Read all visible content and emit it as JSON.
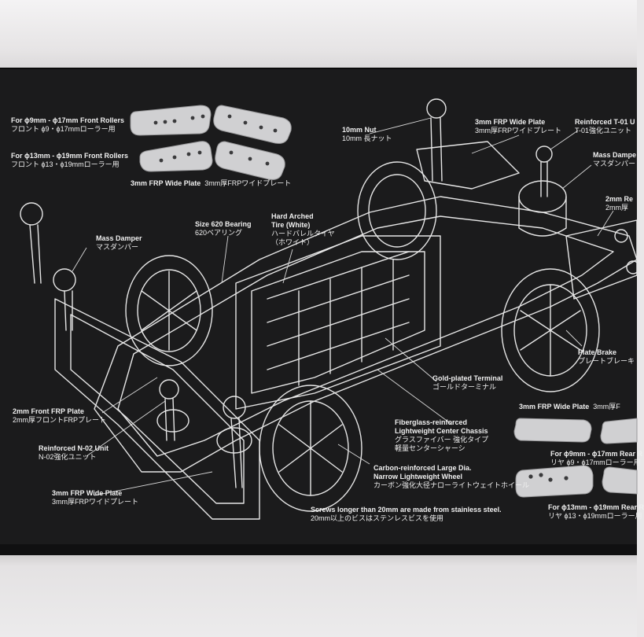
{
  "labels": {
    "front_rollers_17": {
      "en": "For ϕ9mm - ϕ17mm Front Rollers",
      "jp": "フロント ϕ9・ϕ17mmローラー用"
    },
    "front_rollers_19": {
      "en": "For ϕ13mm - ϕ19mm Front Rollers",
      "jp": "フロント ϕ13・ϕ19mmローラー用"
    },
    "frp_wide_top": {
      "en": "3mm FRP Wide Plate",
      "jp": "3mm厚FRPワイドプレート"
    },
    "nut": {
      "en": "10mm Nut",
      "jp": "10mm 長ナット"
    },
    "frp_wide_right": {
      "en": "3mm FRP Wide Plate",
      "jp": "3mm厚FRPワイドプレート"
    },
    "reinforced_t01": {
      "en": "Reinforced T-01 U",
      "jp": "T-01強化ユニット"
    },
    "mass_damper_right": {
      "en": "Mass Dampe",
      "jp": "マスダンパー"
    },
    "rear_2mm": {
      "en": "2mm Re",
      "jp": "2mm厚"
    },
    "hard_arched_tire": {
      "en": "Hard Arched Tire (White)",
      "jp": "ハードバレルタイヤ（ホワイト）"
    },
    "bearing": {
      "en": "Size 620 Bearing",
      "jp": "620ベアリング"
    },
    "mass_damper_left": {
      "en": "Mass Damper",
      "jp": "マスダンパー"
    },
    "plate_brake": {
      "en": "Plate Brake",
      "jp": "プレートブレーキ"
    },
    "terminal": {
      "en": "Gold-plated Terminal",
      "jp": "ゴールドターミナル"
    },
    "frp_wide_rr": {
      "en": "3mm FRP Wide Plate",
      "jp": "3mm厚F"
    },
    "front_frp": {
      "en": "2mm Front FRP Plate",
      "jp": "2mm厚フロントFRPプレート"
    },
    "chassis": {
      "en": "Fiberglass-reinforced Lightweight Center Chassis",
      "jp": "グラスファイバー 強化タイプ 軽量センターシャーシ"
    },
    "n02": {
      "en": "Reinforced N-02 Unit",
      "jp": "N-02強化ユニット"
    },
    "rear_rollers_17": {
      "en": "For ϕ9mm - ϕ17mm Rear R",
      "jp": "リヤ ϕ9・ϕ17mmローラー用"
    },
    "wheel": {
      "en": "Carbon-reinforced Large Dia. Narrow Lightweight Wheel",
      "jp": "カーボン強化大径ナローライトウェイトホイール"
    },
    "frp_wide_bottom": {
      "en": "3mm FRP Wide Plate",
      "jp": "3mm厚FRPワイドプレート"
    },
    "rear_rollers_19": {
      "en": "For ϕ13mm - ϕ19mm Rear R",
      "jp": "リヤ ϕ13・ϕ19mmローラー用"
    },
    "screws": {
      "en": "Screws longer than 20mm are made from stainless steel.",
      "jp": "20mm以上のビスはステンレスビスを使用"
    }
  },
  "colors": {
    "panel": "#1b1b1c",
    "line": "#e8e8e8",
    "plate": "#d2d2d4"
  }
}
